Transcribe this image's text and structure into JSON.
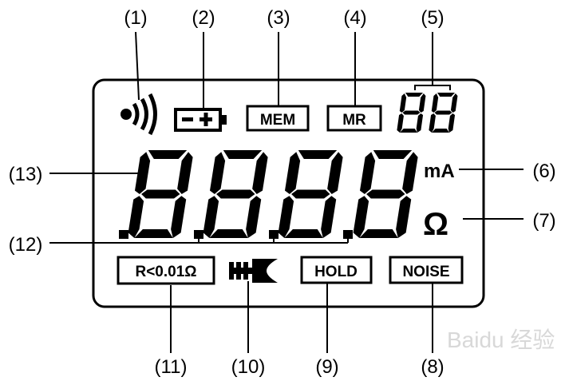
{
  "callouts": {
    "c1": "(1)",
    "c2": "(2)",
    "c3": "(3)",
    "c4": "(4)",
    "c5": "(5)",
    "c6": "(6)",
    "c7": "(7)",
    "c8": "(8)",
    "c9": "(9)",
    "c10": "(10)",
    "c11": "(11)",
    "c12": "(12)",
    "c13": "(13)"
  },
  "indicators": {
    "mem": "MEM",
    "mr": "MR",
    "unit_ma": "mA",
    "unit_ohm": "Ω",
    "low_resistance": "R<0.01Ω",
    "hold": "HOLD",
    "noise": "NOISE"
  },
  "icons": {
    "signal": "wireless-signal-icon",
    "battery": "battery-icon",
    "clamp": "clamp-jaw-icon"
  },
  "watermark": "Baidu 经验"
}
